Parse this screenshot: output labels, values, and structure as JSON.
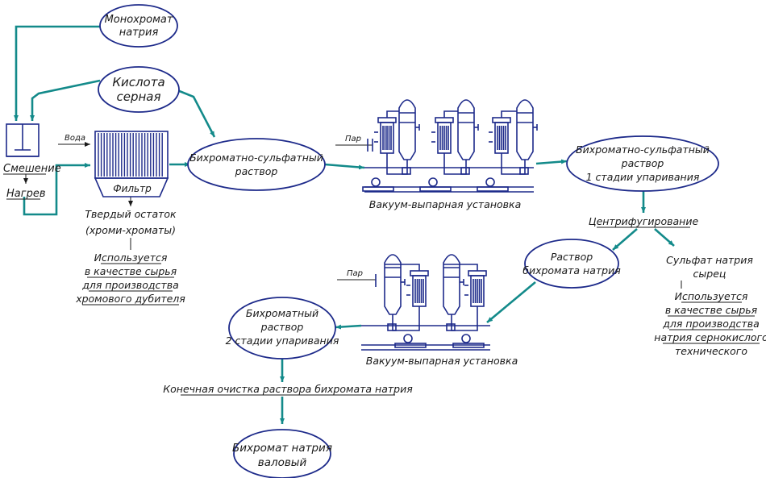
{
  "nodes": {
    "monochromate": [
      "Монохромат",
      "натрия"
    ],
    "acid": [
      "Кислота",
      "серная"
    ],
    "mixing": "Смешение",
    "heating": "Нагрев",
    "water": "Вода",
    "filter": "Фильтр",
    "solid_residue": [
      "Твердый остаток",
      "(хроми-хроматы)"
    ],
    "solid_use": [
      "Используется",
      "в качестве сырья",
      "для производства",
      "хромового дубителя"
    ],
    "bs_solution": [
      "Бихроматно-сульфатный",
      "раствор"
    ],
    "steam_1": "Пар",
    "evaporator_1": "Вакуум-выпарная установка",
    "bs_stage1": [
      "Бихроматно-сульфатный",
      "раствор",
      "1 стадии упаривания"
    ],
    "centrifuge": "Центрифугирование",
    "sulfate": [
      "Сульфат натрия",
      "сырец"
    ],
    "sulfate_use": [
      "Используется",
      "в качестве сырья",
      "для производства",
      "натрия сернокислого",
      "технического"
    ],
    "dichromate_solution": [
      "Раствор",
      "бихромата натрия"
    ],
    "steam_2": "Пар",
    "evaporator_2": "Вакуум-выпарная установка",
    "b_stage2": [
      "Бихроматный",
      "раствор",
      "2 стадии упаривания"
    ],
    "final_cleaning": "Конечная очистка раствора бихромата натрия",
    "product": [
      "Бихромат натрия",
      "валовый"
    ]
  },
  "colors": {
    "flow": "#138a8a",
    "equipment": "#1d2a8a",
    "text": "#1a1a1a"
  }
}
